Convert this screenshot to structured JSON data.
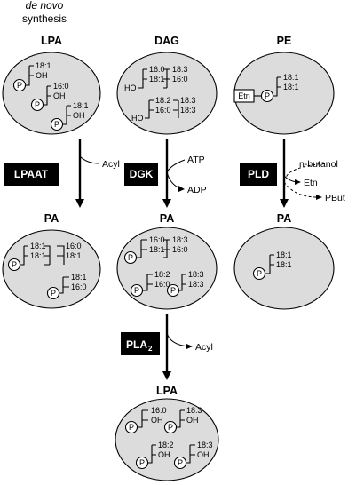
{
  "header": {
    "line1": "de novo",
    "line2": "synthesis"
  },
  "columns": {
    "lpa": "LPA",
    "dag": "DAG",
    "pe": "PE"
  },
  "products": {
    "pa1": "PA",
    "pa2": "PA",
    "pa3": "PA",
    "lpa_bottom": "LPA"
  },
  "enzymes": {
    "lpaat": "LPAAT",
    "dgk": "DGK",
    "pld": "PLD",
    "pla2_main": "PLA",
    "pla2_sub": "2"
  },
  "side_labels": {
    "acyl_top": "Acyl",
    "atp": "ATP",
    "adp": "ADP",
    "n_butanol": "n-butanol",
    "etn": "Etn",
    "pbut": "PBut",
    "acyl_bottom": "Acyl"
  },
  "head_groups": {
    "phosphate": "P",
    "ethanolamine": "Etn"
  },
  "chains": {
    "lpa_a": [
      "18:1",
      "OH"
    ],
    "lpa_b": [
      "16:0",
      "OH"
    ],
    "lpa_c": [
      "18:1",
      "OH"
    ],
    "dag_a": [
      "16:0",
      "18:1"
    ],
    "dag_b": [
      "18:3",
      "16:0"
    ],
    "dag_c": [
      "18:2",
      "16:0"
    ],
    "dag_d": [
      "18:3",
      "18:3"
    ],
    "pe_a": [
      "18:1",
      "18:1"
    ],
    "pa1_a": [
      "18:1",
      "18:1"
    ],
    "pa1_b": [
      "16:0",
      "18:1"
    ],
    "pa1_c": [
      "18:1",
      "16:0"
    ],
    "pa2_a": [
      "16:0",
      "18:1"
    ],
    "pa2_b": [
      "18:3",
      "16:0"
    ],
    "pa2_c": [
      "18:2",
      "16:0"
    ],
    "pa2_d": [
      "18:3",
      "18:3"
    ],
    "pa3_a": [
      "18:1",
      "18:1"
    ],
    "lpa2_a": [
      "16:0",
      "OH"
    ],
    "lpa2_b": [
      "18:3",
      "OH"
    ],
    "lpa2_c": [
      "18:2",
      "OH"
    ],
    "lpa2_d": [
      "18:3",
      "OH"
    ]
  }
}
